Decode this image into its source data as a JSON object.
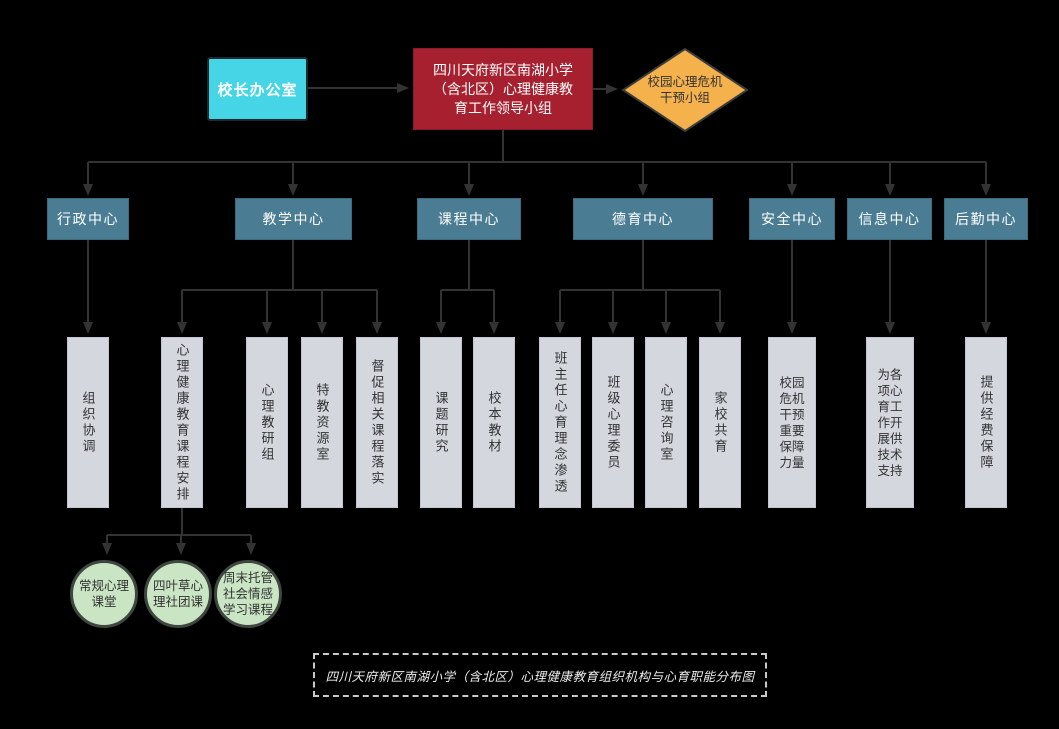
{
  "top": {
    "principal_office": {
      "label": "校长办公室"
    },
    "leading_group": {
      "label": "四川天府新区南湖小学（含北区）心理健康教育工作领导小组"
    },
    "crisis_team": {
      "label": "校园心理危机干预小组"
    }
  },
  "centers": [
    {
      "label": "行政中心"
    },
    {
      "label": "教学中心"
    },
    {
      "label": "课程中心"
    },
    {
      "label": "德育中心"
    },
    {
      "label": "安全中心"
    },
    {
      "label": "信息中心"
    },
    {
      "label": "后勤中心"
    }
  ],
  "functions": [
    {
      "label": "组织协调",
      "parent": "行政中心"
    },
    {
      "label": "心理健康教育课程安排",
      "parent": "教学中心"
    },
    {
      "label": "心理教研组",
      "parent": "教学中心"
    },
    {
      "label": "特教资源室",
      "parent": "教学中心"
    },
    {
      "label": "督促相关课程落实",
      "parent": "教学中心"
    },
    {
      "label": "课题研究",
      "parent": "课程中心"
    },
    {
      "label": "校本教材",
      "parent": "课程中心"
    },
    {
      "label": "班主任心育理念渗透",
      "parent": "德育中心"
    },
    {
      "label": "班级心理委员",
      "parent": "德育中心"
    },
    {
      "label": "心理咨询室",
      "parent": "德育中心"
    },
    {
      "label": "家校共育",
      "parent": "德育中心"
    },
    {
      "label": "校园危机干预重要保障力量",
      "parent": "安全中心"
    },
    {
      "label": "为各项心育工作开展供技术支持",
      "parent": "信息中心"
    },
    {
      "label": "提供经费保障",
      "parent": "后勤中心"
    }
  ],
  "courses": [
    {
      "label": "常规心理课堂",
      "parent": "心理健康教育课程安排"
    },
    {
      "label": "四叶草心理社团课",
      "parent": "心理健康教育课程安排"
    },
    {
      "label": "周末托管社会情感学习课程",
      "parent": "心理健康教育课程安排"
    }
  ],
  "caption": {
    "text": "四川天府新区南湖小学（含北区）心理健康教育组织机构与心育职能分布图"
  },
  "colors": {
    "background": "#000000",
    "principal_fill": "#45D5E6",
    "leading_group_fill": "#A6202F",
    "crisis_fill": "#F5B14C",
    "center_fill": "#4A7D93",
    "function_fill": "#D5D7DF",
    "course_fill": "#C9E5C4",
    "course_border": "#3F463F",
    "connector": "#333333"
  }
}
